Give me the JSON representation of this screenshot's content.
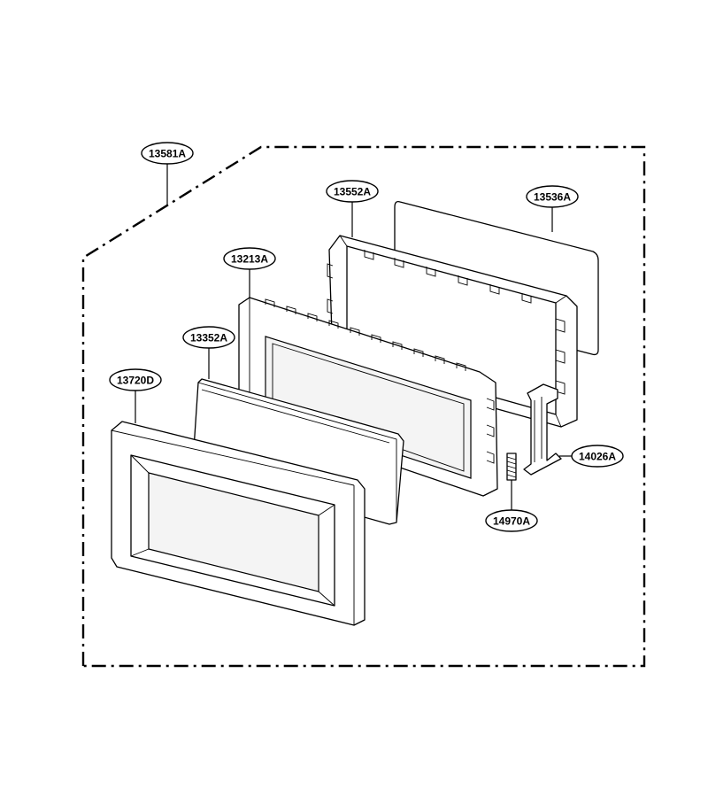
{
  "callouts": {
    "assembly": "13581A",
    "frame": "13552A",
    "screen": "13536A",
    "door_panel": "13213A",
    "glass": "13352A",
    "door_frame": "13720D",
    "latch": "14026A",
    "spring": "14970A"
  }
}
